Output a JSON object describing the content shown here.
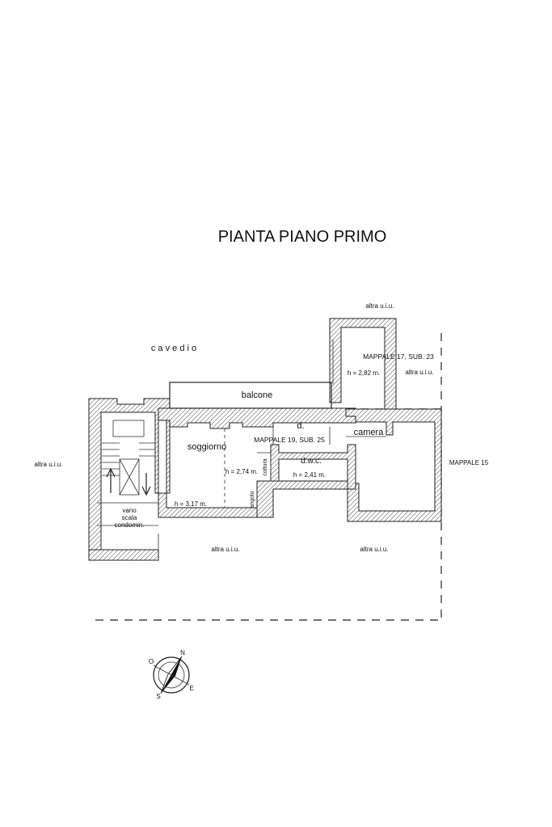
{
  "title": "PIANTA PIANO PRIMO",
  "labels": {
    "cavedio": "c a v e d i o",
    "altra_top": "altra u.i.u.",
    "altra_right_top": "altra u.i.u.",
    "altra_left": "altra u.i.u.",
    "altra_bottom_left": "altra u.i.u.",
    "altra_bottom_right": "altra u.i.u.",
    "mappale_15": "MAPPALE 15",
    "mappale_17": "MAPPALE 17, SUB. 23",
    "mappale_19": "MAPPALE 19, SUB. 25",
    "balcone": "balcone",
    "soggiorno": "soggiorno",
    "d": "d.",
    "dwc": "d.w.c.",
    "camera": "camera",
    "cottura": "cottura",
    "angolo": "angolo",
    "vano_1": "vano",
    "vano_2": "scala",
    "vano_3": "condomin.",
    "h_282": "h = 2,82 m.",
    "h_274": "h = 2,74 m.",
    "h_241": "h = 2,41 m.",
    "h_317": "h = 3,17 m."
  },
  "compass": {
    "n": "N",
    "s": "S",
    "e": "E",
    "o": "O"
  },
  "colors": {
    "ink": "#111111",
    "hatch": "#555555"
  }
}
